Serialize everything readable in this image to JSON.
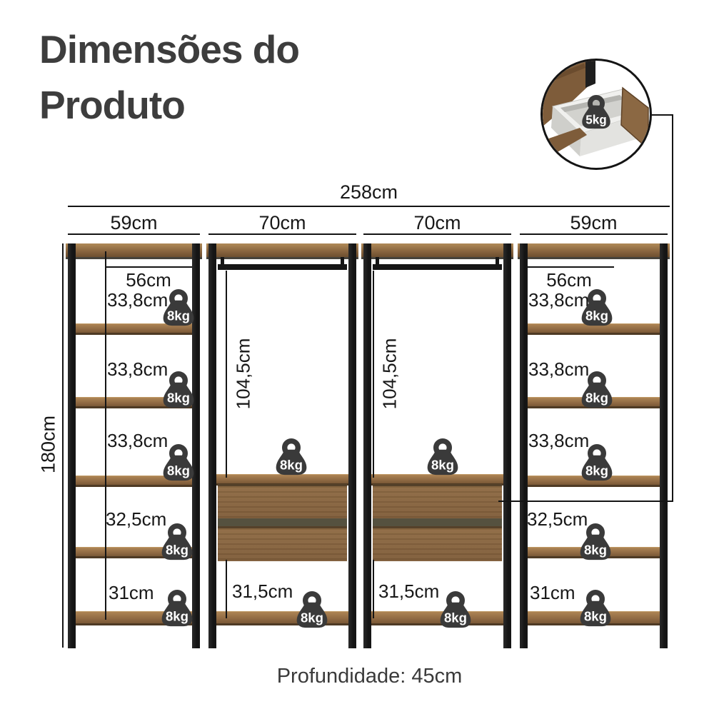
{
  "title": {
    "line1": "Dimensões do",
    "line2": "Produto"
  },
  "overall": {
    "width": "258cm",
    "height": "180cm",
    "depth": "Profundidade: 45cm"
  },
  "top_columns": [
    "59cm",
    "70cm",
    "70cm",
    "59cm"
  ],
  "inset": {
    "drawer_weight": "5kg"
  },
  "shelf_columns": {
    "left": {
      "inner_width": "56cm",
      "rows": [
        {
          "h": "33,8cm",
          "w": "8kg"
        },
        {
          "h": "33,8cm",
          "w": "8kg"
        },
        {
          "h": "33,8cm",
          "w": "8kg"
        },
        {
          "h": "32,5cm",
          "w": "8kg"
        },
        {
          "h": "31cm",
          "w": "8kg"
        }
      ]
    },
    "right": {
      "inner_width": "56cm",
      "rows": [
        {
          "h": "33,8cm",
          "w": "8kg"
        },
        {
          "h": "33,8cm",
          "w": "8kg"
        },
        {
          "h": "33,8cm",
          "w": "8kg"
        },
        {
          "h": "32,5cm",
          "w": "8kg"
        },
        {
          "h": "31cm",
          "w": "8kg"
        }
      ]
    }
  },
  "wardrobe_columns": {
    "left": {
      "hang_height": "104,5cm",
      "hang_weight": "8kg",
      "bottom_height": "31,5cm",
      "bottom_weight": "8kg"
    },
    "right": {
      "hang_height": "104,5cm",
      "hang_weight": "8kg",
      "bottom_height": "31,5cm",
      "bottom_weight": "8kg"
    }
  },
  "colors": {
    "badge": "#3a3a3a",
    "line": "#141414",
    "wood": "#8a6540",
    "frame": "#1e1e1e",
    "title": "#3d3d3d",
    "drawer_interior": "#d6d6d2"
  }
}
